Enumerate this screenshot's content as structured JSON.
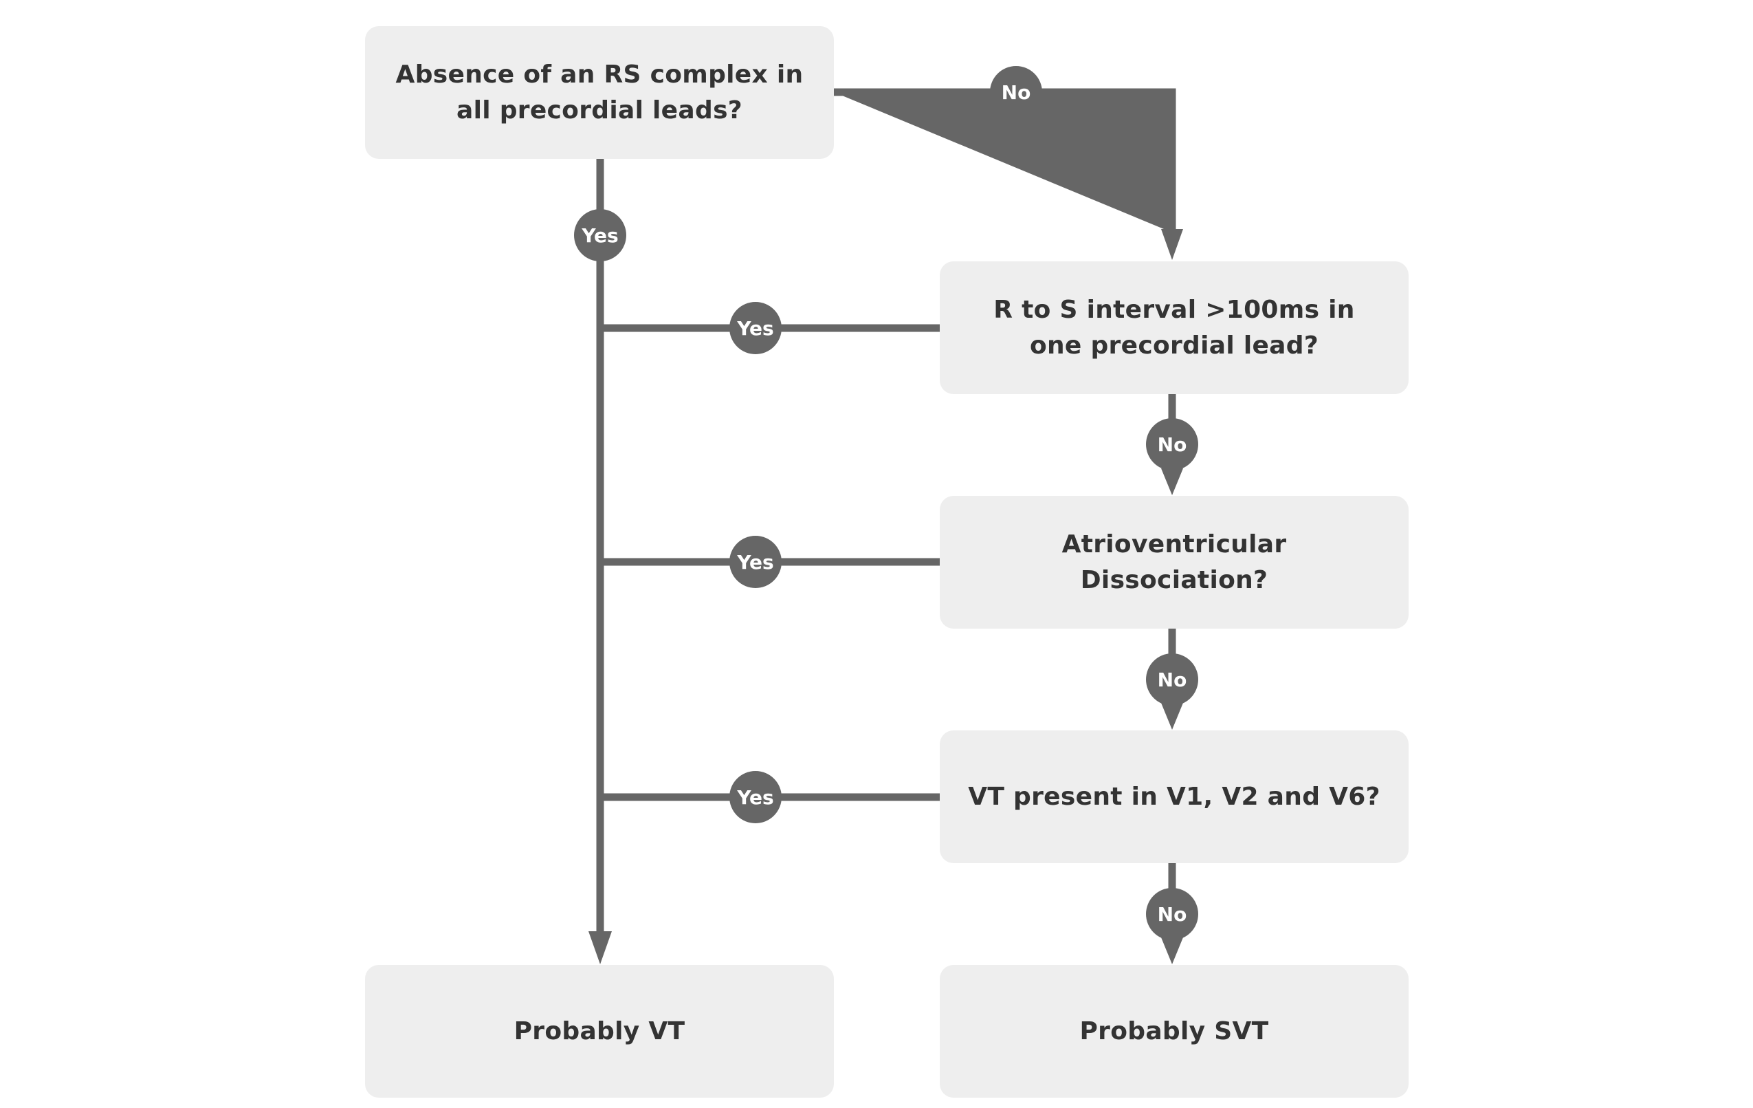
{
  "diagram": {
    "nodes": {
      "q1": "Absence of an RS complex in all precordial leads?",
      "q2": "R to S interval >100ms in one precordial lead?",
      "q3": "Atrioventricular Dissociation?",
      "q4": "VT present in V1, V2 and V6?",
      "vt": "Probably VT",
      "svt": "Probably SVT"
    },
    "labels": {
      "yes": "Yes",
      "no": "No"
    },
    "colors": {
      "box_fill": "#eeeeee",
      "connector": "#666666",
      "text": "#333333",
      "badge_text": "#ffffff"
    }
  }
}
